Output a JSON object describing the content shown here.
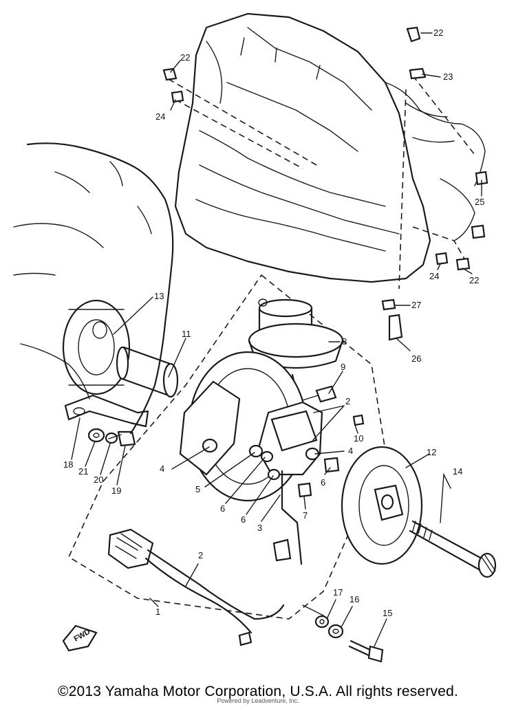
{
  "callouts": [
    {
      "id": "c22a",
      "label": "22"
    },
    {
      "id": "c22b",
      "label": "22"
    },
    {
      "id": "c23",
      "label": "23"
    },
    {
      "id": "c24a",
      "label": "24"
    },
    {
      "id": "c25",
      "label": "25"
    },
    {
      "id": "c24b",
      "label": "24"
    },
    {
      "id": "c22c",
      "label": "22"
    },
    {
      "id": "c27",
      "label": "27"
    },
    {
      "id": "c26",
      "label": "26"
    },
    {
      "id": "c13",
      "label": "13"
    },
    {
      "id": "c11",
      "label": "11"
    },
    {
      "id": "c8",
      "label": "8"
    },
    {
      "id": "c9",
      "label": "9"
    },
    {
      "id": "c2a",
      "label": "2"
    },
    {
      "id": "c10",
      "label": "10"
    },
    {
      "id": "c4a",
      "label": "4"
    },
    {
      "id": "c12",
      "label": "12"
    },
    {
      "id": "c14",
      "label": "14"
    },
    {
      "id": "c4b",
      "label": "4"
    },
    {
      "id": "c5",
      "label": "5"
    },
    {
      "id": "c6a",
      "label": "6"
    },
    {
      "id": "c6b",
      "label": "6"
    },
    {
      "id": "c6c",
      "label": "6"
    },
    {
      "id": "c3",
      "label": "3"
    },
    {
      "id": "c7",
      "label": "7"
    },
    {
      "id": "c18",
      "label": "18"
    },
    {
      "id": "c21",
      "label": "21"
    },
    {
      "id": "c20",
      "label": "20"
    },
    {
      "id": "c19",
      "label": "19"
    },
    {
      "id": "c2b",
      "label": "2"
    },
    {
      "id": "c1",
      "label": "1"
    },
    {
      "id": "c17",
      "label": "17"
    },
    {
      "id": "c16",
      "label": "16"
    },
    {
      "id": "c15",
      "label": "15"
    }
  ],
  "fwd_label": "FWD",
  "copyright": "©2013 Yamaha Motor Corporation, U.S.A. All rights reserved.",
  "watermark": "Powered by Leadventure, Inc."
}
